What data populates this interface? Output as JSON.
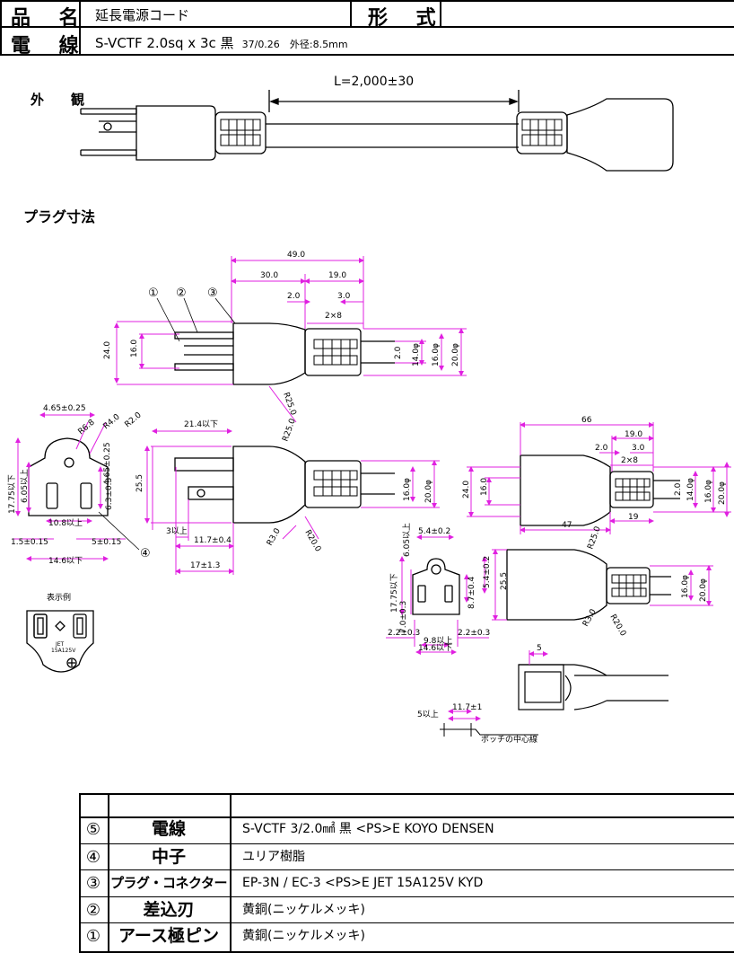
{
  "header": {
    "product_label": "品 名",
    "product_value": "延長電源コード",
    "type_label": "形 式",
    "type_value": "",
    "wire_label": "電 線",
    "wire_value_main": "S-VCTF  2.0sq  x  3c  黒",
    "wire_value_strand": "37/0.26",
    "wire_value_od": "外径:8.5mm"
  },
  "appearance": {
    "label": "外　　観",
    "length": "L=2,000±30"
  },
  "plug_dims_title": "プラグ寸法",
  "plug_top": {
    "d_total": "49.0",
    "d_30": "30.0",
    "d_19": "19.0",
    "d_2": "2.0",
    "d_3": "3.0",
    "d_2x8": "2×8",
    "d_24": "24.0",
    "d_16": "16.0",
    "d_2v": "2.0",
    "d_14phi": "14.0φ",
    "d_16phi": "16.0φ",
    "d_20phi": "20.0φ",
    "c1": "①",
    "c2": "②",
    "c3": "③",
    "r25": "R25.0"
  },
  "plug_face": {
    "d_465": "4.65±0.25",
    "r68": "R6.8",
    "r40": "R4.0",
    "r20": "R2.0",
    "d_1775": "17.75以下",
    "d_605": "6.05以上",
    "d_465v": "4.65±0.25",
    "d_63": "6.3±0.3",
    "d_108": "10.8以上",
    "d_15": "1.5±0.15",
    "d_5": "5±0.15",
    "d_146": "14.6以下",
    "c4": "④"
  },
  "plug_side": {
    "d_214": "21.4以下",
    "d_255": "25.5",
    "r25": "R25.0",
    "d_16phi": "16.0φ",
    "d_20phi": "20.0φ",
    "d_3min": "3以上",
    "d_117": "11.7±0.4",
    "d_17": "17±1.3",
    "r3": "R3.0",
    "r20": "R20.0"
  },
  "label_example": {
    "title": "表示例",
    "jet": "JET",
    "rating": "15A125V"
  },
  "connector": {
    "d_66": "66",
    "d_19": "19.0",
    "d_2": "2.0",
    "d_3": "3.0",
    "d_2x8": "2×8",
    "d_24": "24.0",
    "d_16": "16.0",
    "d_2v": "2.0",
    "d_14phi": "14.0φ",
    "d_16phi": "16.0φ",
    "d_20phi": "20.0φ",
    "d_47": "47",
    "d_19b": "19",
    "r25": "R25.0",
    "d_54": "5.4±0.2",
    "d_1775": "17.75以下",
    "d_605": "6.05以上",
    "d_87": "8.7±0.4",
    "d_70": "7.0±0.3",
    "d_22a": "2.2±0.3",
    "d_22b": "2.2±0.3",
    "d_98": "9.8以上",
    "d_146": "14.6以下",
    "d_255": "25.5",
    "r3": "R3.0",
    "r20": "R20.0",
    "d_5": "5",
    "d_117": "11.7±1",
    "d_5min": "5以上",
    "notch": "ポッチの中心線"
  },
  "parts": [
    {
      "num": "⑤",
      "name": "電線",
      "desc": "S-VCTF  3/2.0㎟  黒   <PS>E  KOYO DENSEN"
    },
    {
      "num": "④",
      "name": "中子",
      "desc": "ユリア樹脂"
    },
    {
      "num": "③",
      "name": "プラグ・コネクター",
      "desc": "EP-3N  /  EC-3    <PS>E  JET  15A125V  KYD"
    },
    {
      "num": "②",
      "name": "差込刃",
      "desc": "黄銅(ニッケルメッキ)"
    },
    {
      "num": "①",
      "name": "アース極ピン",
      "desc": "黄銅(ニッケルメッキ)"
    }
  ]
}
